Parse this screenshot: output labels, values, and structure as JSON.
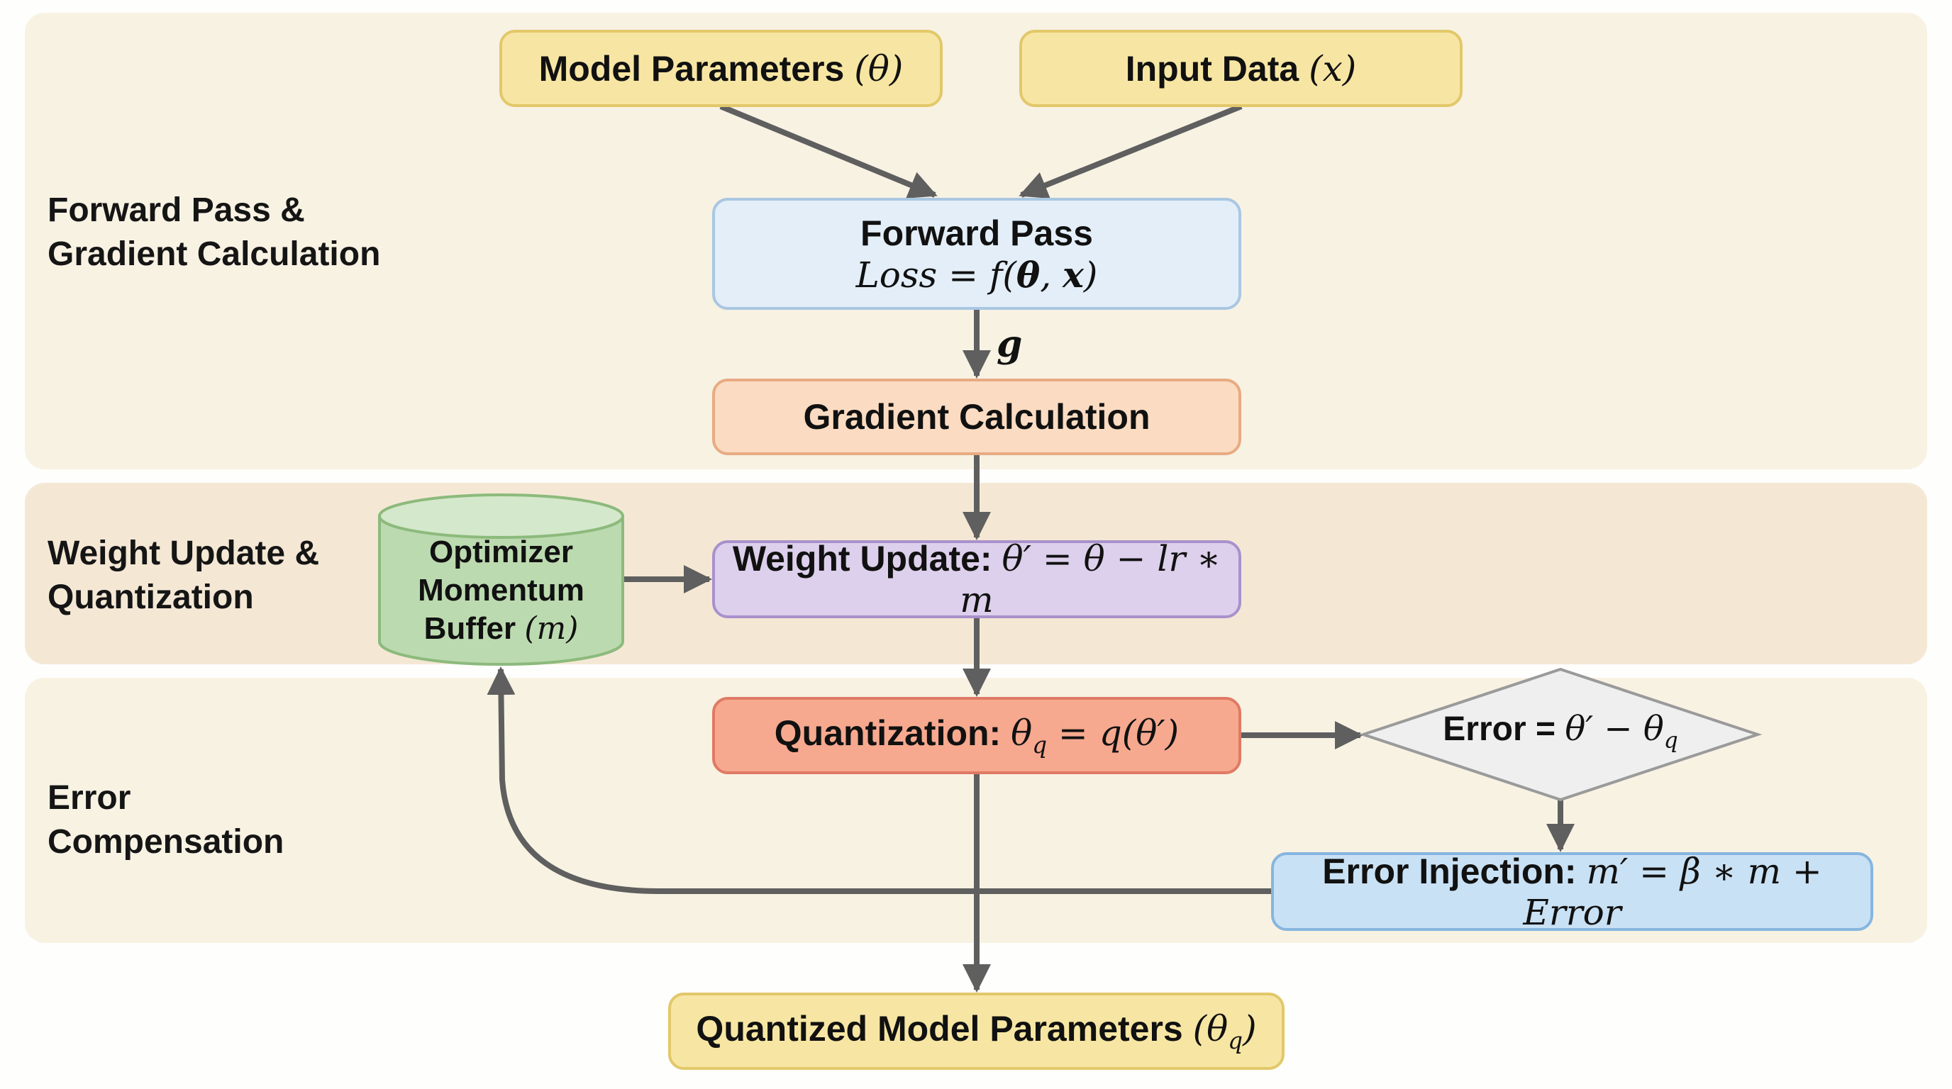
{
  "bands": [
    {
      "label_line1": "Forward Pass &",
      "label_line2": "Gradient Calculation"
    },
    {
      "label_line1": "Weight Update &",
      "label_line2": "Quantization"
    },
    {
      "label_line1": "Error",
      "label_line2": "Compensation"
    }
  ],
  "nodes": {
    "model_params": {
      "text": "Model Parameters",
      "math": "(θ)"
    },
    "input_data": {
      "text": "Input Data",
      "math": "(x)"
    },
    "forward_pass": {
      "title": "Forward Pass",
      "formula_lhs": "Loss = f(",
      "formula_theta": "θ",
      "formula_sep": ", ",
      "formula_x": "x",
      "formula_end": ")"
    },
    "gradient_label": "g",
    "gradient_calc": {
      "text": "Gradient Calculation"
    },
    "momentum_buffer": {
      "line1": "Optimizer",
      "line2": "Momentum",
      "line3": "Buffer",
      "math": "(m)"
    },
    "weight_update": {
      "text": "Weight Update:",
      "formula": "θ′ = θ − lr ∗ m"
    },
    "quantization": {
      "text": "Quantization:",
      "formula_pre": "θ",
      "formula_sub": "q",
      "formula_post": " = q(θ′)"
    },
    "error": {
      "text": "Error =",
      "formula_pre": "θ′ − θ",
      "formula_sub": "q"
    },
    "error_injection": {
      "text": "Error Injection:",
      "formula": "m′ = β ∗ m + Error"
    },
    "quantized_output": {
      "text": "Quantized Model Parameters",
      "formula_pre": "(θ",
      "formula_sub": "q",
      "formula_post": ")"
    }
  },
  "colors": {
    "arrow": "#5f5f5f",
    "yellow": "#f7e6a3",
    "blue": "#e3eef8",
    "peach": "#fbdcc2",
    "purple": "#ddd0ec",
    "red": "#f6a98f",
    "green": "#bcdab0",
    "grey": "#efefef",
    "lightblue": "#c9e1f4"
  }
}
